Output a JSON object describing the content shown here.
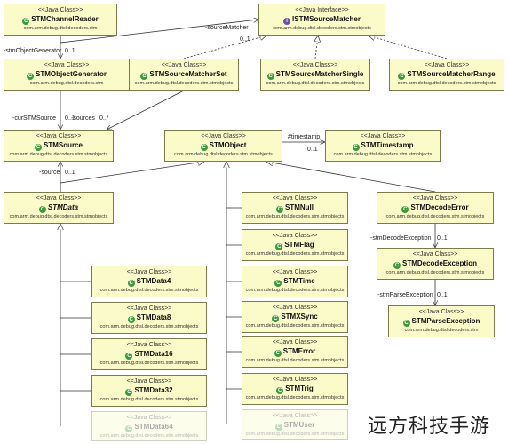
{
  "stereotypes": {
    "class": "<<Java Class>>",
    "interface": "<<Java Interface>>"
  },
  "packages": {
    "stm": "com.arm.debug.dtsl.decoders.stm",
    "stmobjects": "com.arm.debug.dtsl.decoders.stm.stmobjects"
  },
  "classes": [
    {
      "id": "channel-reader",
      "name": "STMChannelReader",
      "stereotype": "class",
      "package": "stm"
    },
    {
      "id": "source-matcher",
      "name": "ISTMSourceMatcher",
      "stereotype": "interface",
      "package": "stmobjects"
    },
    {
      "id": "object-generator",
      "name": "STMObjectGenerator",
      "stereotype": "class",
      "package": "stm"
    },
    {
      "id": "matcher-set",
      "name": "STMSourceMatcherSet",
      "stereotype": "class",
      "package": "stmobjects"
    },
    {
      "id": "matcher-single",
      "name": "STMSourceMatcherSingle",
      "stereotype": "class",
      "package": "stmobjects"
    },
    {
      "id": "matcher-range",
      "name": "STMSourceMatcherRange",
      "stereotype": "class",
      "package": "stmobjects"
    },
    {
      "id": "stm-source",
      "name": "STMSource",
      "stereotype": "class",
      "package": "stmobjects"
    },
    {
      "id": "stm-object",
      "name": "STMObject",
      "stereotype": "class",
      "package": "stmobjects"
    },
    {
      "id": "stm-timestamp",
      "name": "STMTimestamp",
      "stereotype": "class",
      "package": "stmobjects"
    },
    {
      "id": "stm-data",
      "name": "STMData",
      "stereotype": "class",
      "package": "stmobjects",
      "italic": true
    },
    {
      "id": "stm-null",
      "name": "STMNull",
      "stereotype": "class",
      "package": "stmobjects"
    },
    {
      "id": "stm-decode-error",
      "name": "STMDecodeError",
      "stereotype": "class",
      "package": "stmobjects"
    },
    {
      "id": "stm-flag",
      "name": "STMFlag",
      "stereotype": "class",
      "package": "stmobjects"
    },
    {
      "id": "stm-decode-exception",
      "name": "STMDecodeException",
      "stereotype": "class",
      "package": "stmobjects"
    },
    {
      "id": "stm-data4",
      "name": "STMData4",
      "stereotype": "class",
      "package": "stmobjects"
    },
    {
      "id": "stm-time",
      "name": "STMTime",
      "stereotype": "class",
      "package": "stmobjects"
    },
    {
      "id": "stm-parse-exception",
      "name": "STMParseException",
      "stereotype": "class",
      "package": "stm"
    },
    {
      "id": "stm-data8",
      "name": "STMData8",
      "stereotype": "class",
      "package": "stmobjects"
    },
    {
      "id": "stm-xsync",
      "name": "STMXSync",
      "stereotype": "class",
      "package": "stmobjects"
    },
    {
      "id": "stm-data16",
      "name": "STMData16",
      "stereotype": "class",
      "package": "stmobjects"
    },
    {
      "id": "stm-error",
      "name": "STMError",
      "stereotype": "class",
      "package": "stmobjects"
    },
    {
      "id": "stm-data32",
      "name": "STMData32",
      "stereotype": "class",
      "package": "stmobjects"
    },
    {
      "id": "stm-trig",
      "name": "STMTrig",
      "stereotype": "class",
      "package": "stmobjects"
    },
    {
      "id": "stm-data64",
      "name": "STMData64",
      "stereotype": "class",
      "package": "stmobjects",
      "faded": true
    },
    {
      "id": "stm-user",
      "name": "STMUser",
      "stereotype": "class",
      "package": "stmobjects",
      "faded": true
    }
  ],
  "edge_labels": [
    {
      "id": "lbl-sourcematcher",
      "text": "-sourceMatcher"
    },
    {
      "id": "lbl-sourcematcher-mult",
      "text": "0..1"
    },
    {
      "id": "lbl-objgen",
      "text": "-stmObjectGenerator"
    },
    {
      "id": "lbl-objgen-mult",
      "text": "0..1"
    },
    {
      "id": "lbl-cursource",
      "text": "-curSTMSource"
    },
    {
      "id": "lbl-cursource-mult",
      "text": "0..1"
    },
    {
      "id": "lbl-sources",
      "text": "-sources"
    },
    {
      "id": "lbl-sources-mult",
      "text": "0..*"
    },
    {
      "id": "lbl-timestamp",
      "text": "#timestamp"
    },
    {
      "id": "lbl-timestamp-mult",
      "text": "0..1"
    },
    {
      "id": "lbl-source",
      "text": "-source"
    },
    {
      "id": "lbl-source-mult",
      "text": "0..1"
    },
    {
      "id": "lbl-decodeexc",
      "text": "-stmDecodeException"
    },
    {
      "id": "lbl-decodeexc-mult",
      "text": "0..1"
    },
    {
      "id": "lbl-parseexc",
      "text": "-stmParseException"
    },
    {
      "id": "lbl-parseexc-mult",
      "text": "0..1"
    }
  ],
  "watermark": "远方科技手游"
}
